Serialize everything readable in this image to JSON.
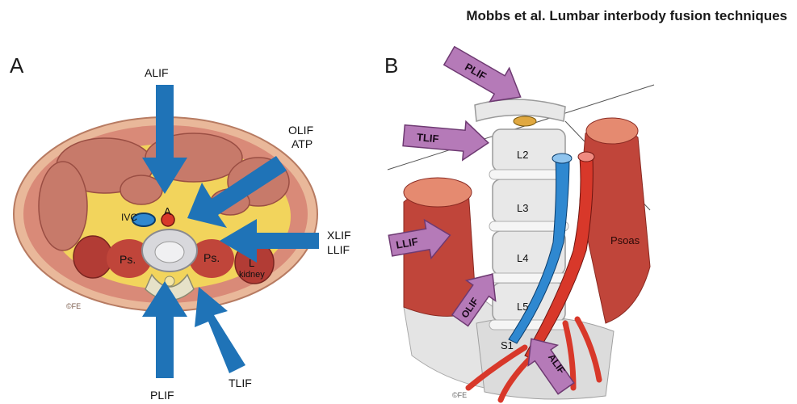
{
  "header": {
    "citation": "Mobbs et al. Lumbar interbody fusion techniques"
  },
  "panel_a": {
    "letter": "A",
    "approaches": {
      "alif": "ALIF",
      "olif": "OLIF",
      "atp": "ATP",
      "xlif": "XLIF",
      "llif": "LLIF",
      "plif": "PLIF",
      "tlif": "TLIF"
    },
    "anatomy": {
      "ivc": "IVC",
      "aorta": "A",
      "psoas_left": "Ps.",
      "psoas_right": "Ps.",
      "kidney_l": "L",
      "kidney": "kidney"
    },
    "copyright": "©FE"
  },
  "panel_b": {
    "letter": "B",
    "approaches": {
      "plif": "PLIF",
      "tlif": "TLIF",
      "llif": "LLIF",
      "olif": "OLIF",
      "alif": "ALIF"
    },
    "vertebrae": {
      "l2": "L2",
      "l3": "L3",
      "l4": "L4",
      "l5": "L5",
      "s1": "S1"
    },
    "muscle": "Psoas",
    "copyright": "©FE"
  },
  "colors": {
    "arrow_blue": "#1f73b7",
    "arrow_purple": "#b57ab8",
    "muscle_red": "#c0453a",
    "vein_blue": "#2f88d0",
    "artery_red": "#d8382a",
    "fat_yellow": "#f2d45c",
    "skin": "#e9b89a"
  }
}
